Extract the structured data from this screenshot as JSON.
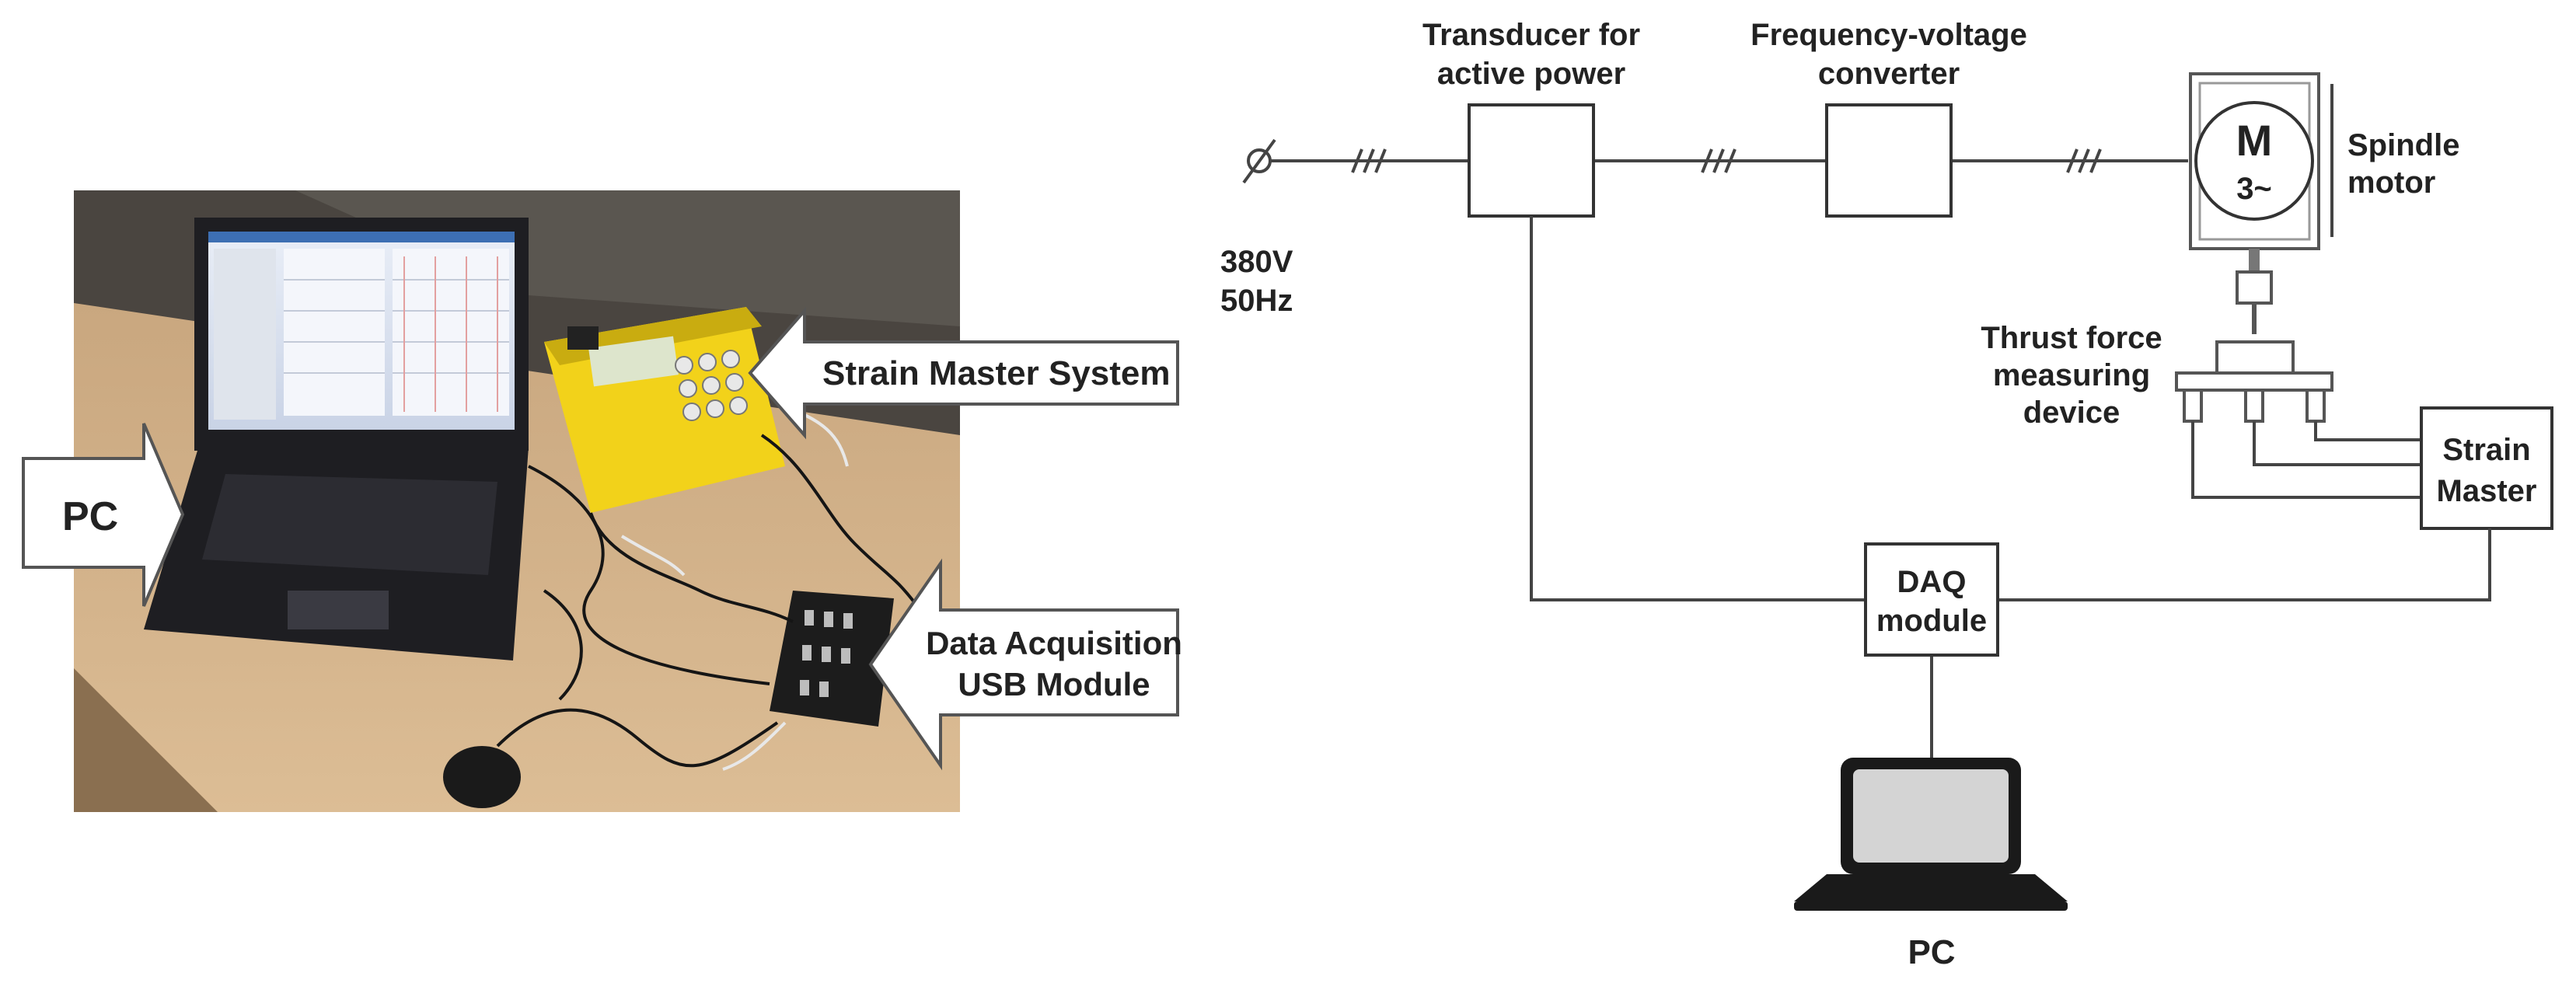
{
  "photo": {
    "labels": {
      "pc": "PC",
      "strain_master_system": "Strain Master System",
      "daq_line1": "Data Acquisition",
      "daq_line2": "USB Module"
    }
  },
  "schematic": {
    "supply": {
      "voltage": "380V",
      "frequency": "50Hz"
    },
    "transducer": {
      "line1": "Transducer for",
      "line2": "active power"
    },
    "converter": {
      "line1": "Frequency-voltage",
      "line2": "converter"
    },
    "motor": {
      "symbol": "M",
      "phase": "3~",
      "line1": "Spindle",
      "line2": "motor"
    },
    "thrust": {
      "line1": "Thrust force",
      "line2": "measuring",
      "line3": "device"
    },
    "strain_master": {
      "line1": "Strain",
      "line2": "Master"
    },
    "daq": {
      "line1": "DAQ",
      "line2": "module"
    },
    "pc": {
      "label": "PC"
    }
  },
  "colors": {
    "ink": "#222222",
    "wire": "#444444",
    "desk": "#d6b48a",
    "laptop": "#1e1e22",
    "yellow_case": "#f2d21a"
  }
}
